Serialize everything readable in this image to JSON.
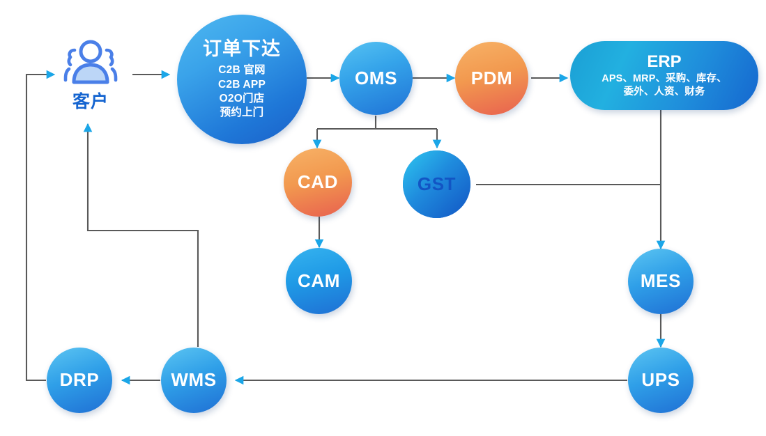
{
  "diagram": {
    "title_text": "",
    "colors": {
      "line": "#595959",
      "arrowhead": "#1aa6e8",
      "blue_text": "#1464d0",
      "node_blue_from": "#56c2f2",
      "node_blue_to": "#1f72d6",
      "node_orange_from": "#f7b267",
      "node_orange_to": "#e8604f",
      "erp_from": "#1b9fd4",
      "erp_to": "#1567cf",
      "gst_border": "#1577d6",
      "gst_text": "#1255c4",
      "background": "#ffffff"
    },
    "customer": {
      "icon": "users-group-icon",
      "label": "客户"
    },
    "nodes": [
      {
        "id": "order",
        "title": "订单下达",
        "sub_lines": [
          "C2B 官网",
          "C2B APP",
          "O2O门店",
          "预约上门"
        ],
        "shape": "circle",
        "fill": "blue-gradient"
      },
      {
        "id": "oms",
        "label": "OMS",
        "shape": "circle",
        "fill": "blue-gradient"
      },
      {
        "id": "pdm",
        "label": "PDM",
        "shape": "circle",
        "fill": "orange-gradient"
      },
      {
        "id": "erp",
        "label": "ERP",
        "sub_lines": [
          "APS、MRP、采购、库存、",
          "委外、人资、财务"
        ],
        "shape": "rounded-rect",
        "fill": "blue-gradient"
      },
      {
        "id": "cad",
        "label": "CAD",
        "shape": "circle",
        "fill": "orange-gradient"
      },
      {
        "id": "gst",
        "label": "GST",
        "shape": "circle-outline",
        "fill": "white"
      },
      {
        "id": "cam",
        "label": "CAM",
        "shape": "circle",
        "fill": "blue-gradient"
      },
      {
        "id": "mes",
        "label": "MES",
        "shape": "circle",
        "fill": "blue-gradient"
      },
      {
        "id": "ups",
        "label": "UPS",
        "shape": "circle",
        "fill": "blue-gradient"
      },
      {
        "id": "wms",
        "label": "WMS",
        "shape": "circle",
        "fill": "blue-gradient"
      },
      {
        "id": "drp",
        "label": "DRP",
        "shape": "circle",
        "fill": "blue-gradient"
      }
    ],
    "edges": [
      {
        "from": "drp-return",
        "to": "customer",
        "style": "orthogonal-arrow"
      },
      {
        "from": "customer",
        "to": "order",
        "style": "straight-arrow"
      },
      {
        "from": "order",
        "to": "oms",
        "style": "straight-arrow"
      },
      {
        "from": "oms",
        "to": "pdm",
        "style": "straight-arrow"
      },
      {
        "from": "pdm",
        "to": "erp",
        "style": "straight-arrow"
      },
      {
        "from": "oms",
        "to": "cad",
        "style": "branch-arrow"
      },
      {
        "from": "oms",
        "to": "gst",
        "style": "branch-arrow"
      },
      {
        "from": "cad",
        "to": "cam",
        "style": "straight-arrow"
      },
      {
        "from": "gst",
        "to": "erp-mes-trunk",
        "style": "plain-line"
      },
      {
        "from": "erp",
        "to": "mes",
        "style": "straight-arrow"
      },
      {
        "from": "mes",
        "to": "ups",
        "style": "straight-arrow"
      },
      {
        "from": "ups",
        "to": "wms",
        "style": "straight-arrow"
      },
      {
        "from": "wms",
        "to": "drp",
        "style": "straight-arrow"
      },
      {
        "from": "wms",
        "to": "customer",
        "style": "orthogonal-arrow"
      }
    ]
  }
}
